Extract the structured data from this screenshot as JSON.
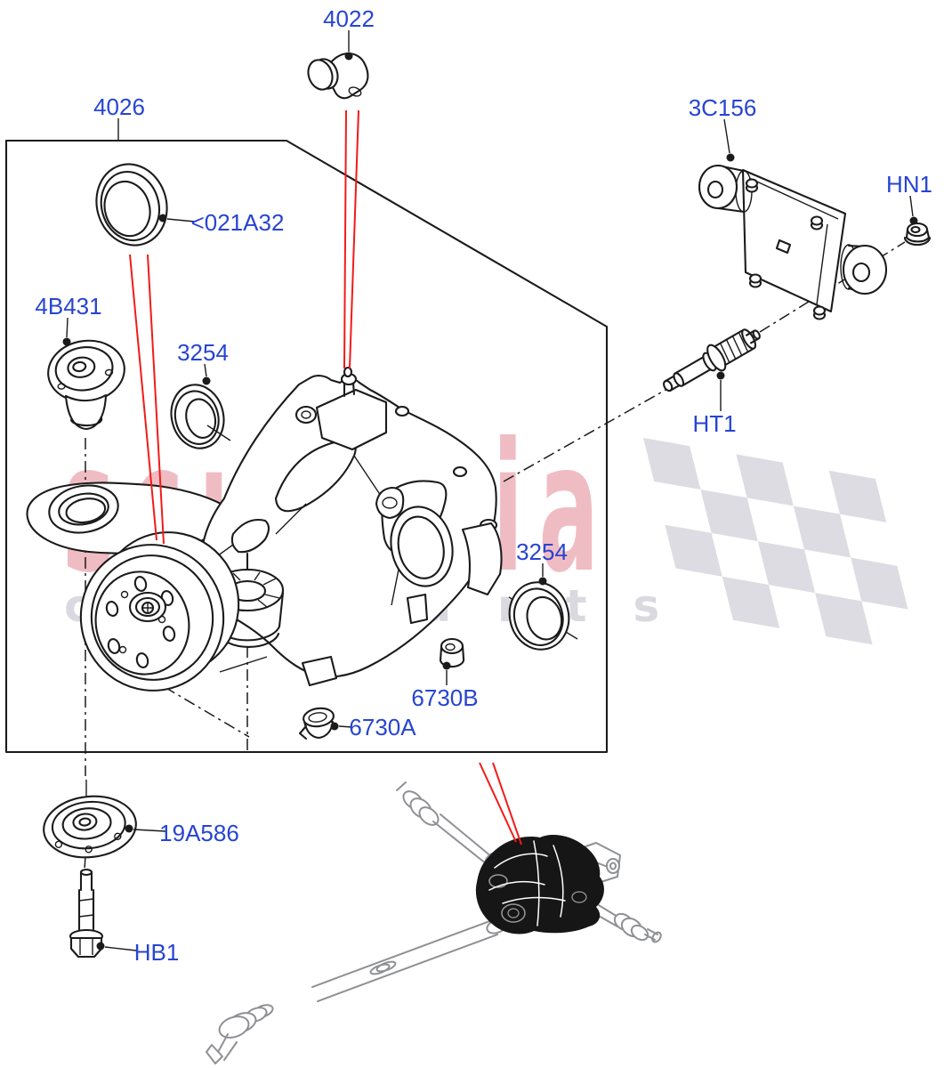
{
  "theme": {
    "background": "#ffffff",
    "ink": "#1b1b1b",
    "label_blue": "#2744d2",
    "leader_red": "#f21b18",
    "watermark_pink": "#f0bcc3",
    "watermark_text_gray": "#d9d9df",
    "flag_gray": "#dcdce2",
    "overview_gray": "#8f9094"
  },
  "watermark": {
    "brand": "scuderia",
    "tagline": "car parts"
  },
  "diagram": {
    "callouts": [
      {
        "text": "4022"
      },
      {
        "text": "4026"
      },
      {
        "text": "3C156"
      },
      {
        "text": "HN1"
      },
      {
        "text": "<021A32"
      },
      {
        "text": "4B431"
      },
      {
        "text": "3254"
      },
      {
        "text": "HT1"
      },
      {
        "text": "3254"
      },
      {
        "text": "6730B"
      },
      {
        "text": "6730A"
      },
      {
        "text": "19A586"
      },
      {
        "text": "HB1"
      }
    ]
  }
}
